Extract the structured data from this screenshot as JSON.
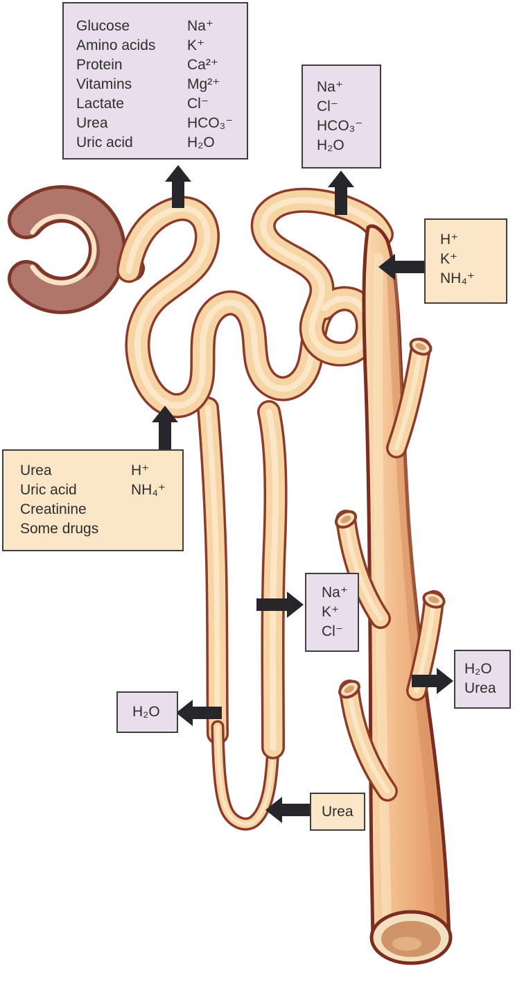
{
  "colors": {
    "lavender": "#e9dfec",
    "peach": "#fbe6c8",
    "box-border": "#3d3d3d",
    "text": "#2d2d2d",
    "arrow": "#26262b",
    "tubule-fill": "#f6d4a4",
    "tubule-outline": "#8e3a28",
    "duct-outline": "#7c2d20",
    "capsule-fill": "#b1766b"
  },
  "boxes": {
    "proximal_reabsorption": {
      "col1": [
        "Glucose",
        "Amino acids",
        "Protein",
        "Vitamins",
        "Lactate",
        "Urea",
        "Uric acid"
      ],
      "col2": [
        "Na⁺",
        "K⁺",
        "Ca²⁺",
        "Mg²⁺",
        "Cl⁻",
        "HCO₃⁻",
        "H₂O"
      ]
    },
    "distal_reabsorption": {
      "items": [
        "Na⁺",
        "Cl⁻",
        "HCO₃⁻",
        "H₂O"
      ]
    },
    "collecting_duct_secretion": {
      "items": [
        "H⁺",
        "K⁺",
        "NH₄⁺"
      ]
    },
    "proximal_secretion": {
      "col1": [
        "Urea",
        "Uric acid",
        "Creatinine",
        "Some drugs"
      ],
      "col2": [
        "H⁺",
        "NH₄⁺"
      ]
    },
    "ascending_limb_reabsorption": {
      "items": [
        "Na⁺",
        "K⁺",
        "Cl⁻"
      ]
    },
    "collecting_duct_reabsorption": {
      "items": [
        "H₂O",
        "Urea"
      ]
    },
    "descending_limb_reabsorption": {
      "items": [
        "H₂O"
      ]
    },
    "loop_urea_secretion": {
      "items": [
        "Urea"
      ]
    }
  }
}
